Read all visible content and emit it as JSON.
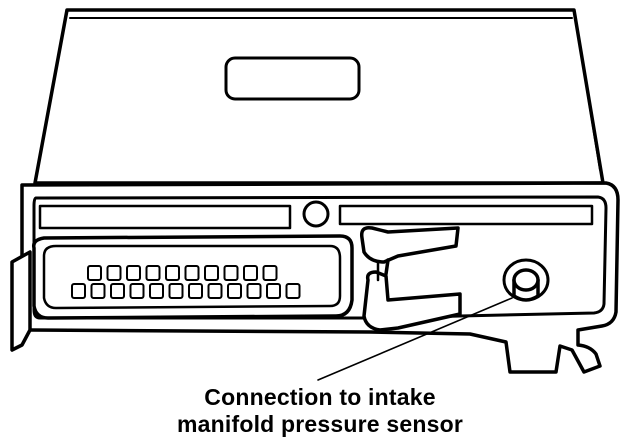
{
  "figure": {
    "subject": "engine control module with multi-pin connector",
    "callout": {
      "line1": "Connection to intake",
      "line2": "manifold pressure sensor"
    }
  }
}
